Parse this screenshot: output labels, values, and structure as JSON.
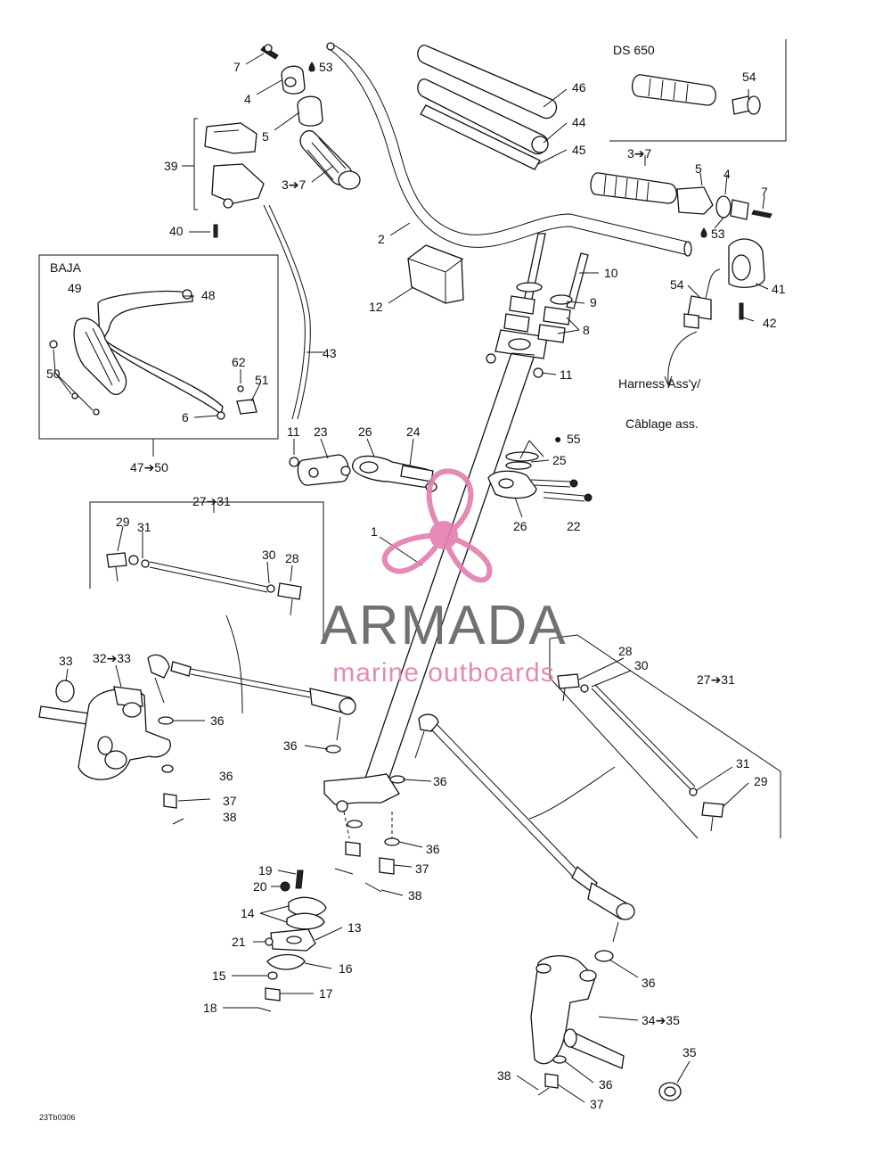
{
  "callouts": {
    "c7a": "7",
    "c4a": "4",
    "c53a": "53",
    "c5a": "5",
    "c37a": "3➔7",
    "c39": "39",
    "c40": "40",
    "c2": "2",
    "c12": "12",
    "c46": "46",
    "c44": "44",
    "c45": "45",
    "c10": "10",
    "c9": "9",
    "c8": "8",
    "c11a": "11",
    "c43": "43",
    "c11b": "11",
    "c23": "23",
    "c26a": "26",
    "c24": "24",
    "c55": "55",
    "c25": "25",
    "c26b": "26",
    "c22": "22",
    "c1": "1",
    "c37b": "3➔7",
    "c5b": "5",
    "c4b": "4",
    "c7b": "7",
    "c53b": "53",
    "c54a": "54",
    "c41": "41",
    "c54b": "54",
    "c42": "42",
    "c49": "49",
    "c48": "48",
    "c50": "50",
    "c62": "62",
    "c51": "51",
    "c6": "6",
    "c4750": "47➔50",
    "c2731a": "27➔31",
    "c29a": "29",
    "c31a": "31",
    "c30a": "30",
    "c28a": "28",
    "c33": "33",
    "c3233": "32➔33",
    "c36a": "36",
    "c36b": "36",
    "c36c": "36",
    "c37c": "37",
    "c38a": "38",
    "c28b": "28",
    "c30b": "30",
    "c2731b": "27➔31",
    "c31b": "31",
    "c29b": "29",
    "c36d": "36",
    "c36e": "36",
    "c37d": "37",
    "c38b": "38",
    "c19": "19",
    "c20": "20",
    "c14": "14",
    "c13": "13",
    "c21": "21",
    "c15": "15",
    "c16": "16",
    "c17": "17",
    "c18": "18",
    "c36f": "36",
    "c3435": "34➔35",
    "c35": "35",
    "c38c": "38",
    "c36g": "36",
    "c37e": "37"
  },
  "boxes": {
    "ds650_title": "DS 650",
    "baja_title": "BAJA",
    "harness_line1": "Harness Ass'y/",
    "harness_line2": "Câblage ass."
  },
  "watermark": {
    "brand": "ARMADA",
    "tagline": "marine outboards",
    "accent_color": "#e37fb0",
    "text_color": "#666666"
  },
  "drawing_code": "23Tb0306"
}
